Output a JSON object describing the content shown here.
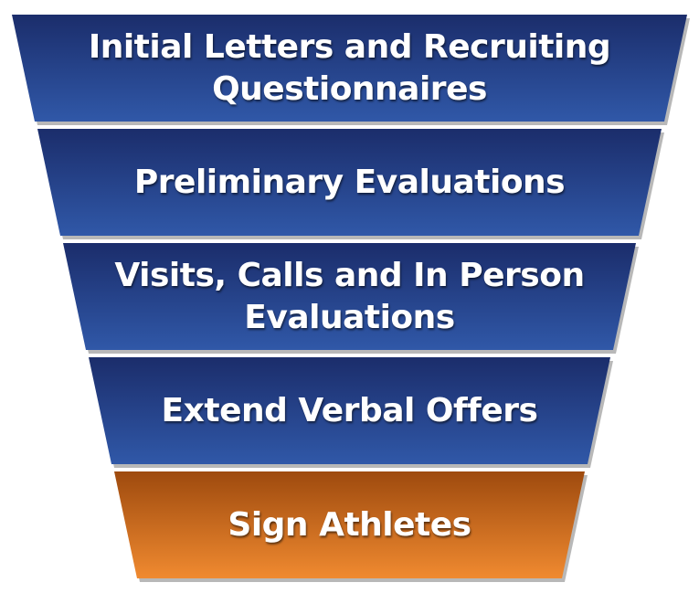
{
  "funnel": {
    "stages": [
      {
        "label": "Initial Letters and Recruiting Questionnaires",
        "color_top": "#1b2d6b",
        "color_bottom": "#3058a8"
      },
      {
        "label": "Preliminary Evaluations",
        "color_top": "#1b2d6b",
        "color_bottom": "#3058a8"
      },
      {
        "label": "Visits, Calls and In Person Evaluations",
        "color_top": "#1b2d6b",
        "color_bottom": "#3058a8"
      },
      {
        "label": "Extend Verbal Offers",
        "color_top": "#1b2d6b",
        "color_bottom": "#3058a8"
      },
      {
        "label": "Sign Athletes",
        "color_top": "#9e4a0e",
        "color_bottom": "#f08a30"
      }
    ]
  }
}
